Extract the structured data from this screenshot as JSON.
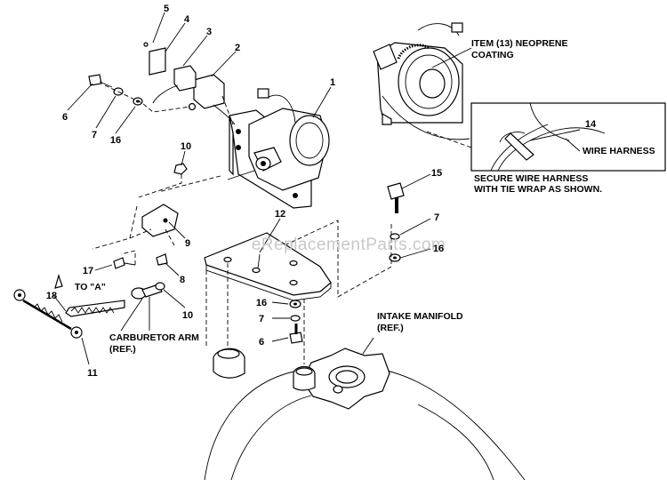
{
  "callouts": {
    "c1": "1",
    "c2": "2",
    "c3": "3",
    "c4": "4",
    "c5": "5",
    "c6a": "6",
    "c7a": "7",
    "c16a": "16",
    "c10a": "10",
    "c9": "9",
    "c8": "8",
    "c17": "17",
    "c18": "18",
    "c10b": "10",
    "c11": "11",
    "c12": "12",
    "c15": "15",
    "c7b": "7",
    "c16b": "16",
    "c16c": "16",
    "c7c": "7",
    "c6b": "6",
    "c14": "14"
  },
  "notes": {
    "neoprene_line1": "ITEM (13) NEOPRENE",
    "neoprene_line2": "COATING",
    "wire_harness": "WIRE HARNESS",
    "secure_line1": "SECURE WIRE HARNESS",
    "secure_line2": "WITH TIE WRAP AS SHOWN.",
    "to_a": "TO \"A\"",
    "carb_line1": "CARBURETOR ARM",
    "carb_line2": "(REF.)",
    "intake_line1": "INTAKE MANIFOLD",
    "intake_line2": "(REF.)"
  },
  "watermark": "eReplacementParts.com"
}
